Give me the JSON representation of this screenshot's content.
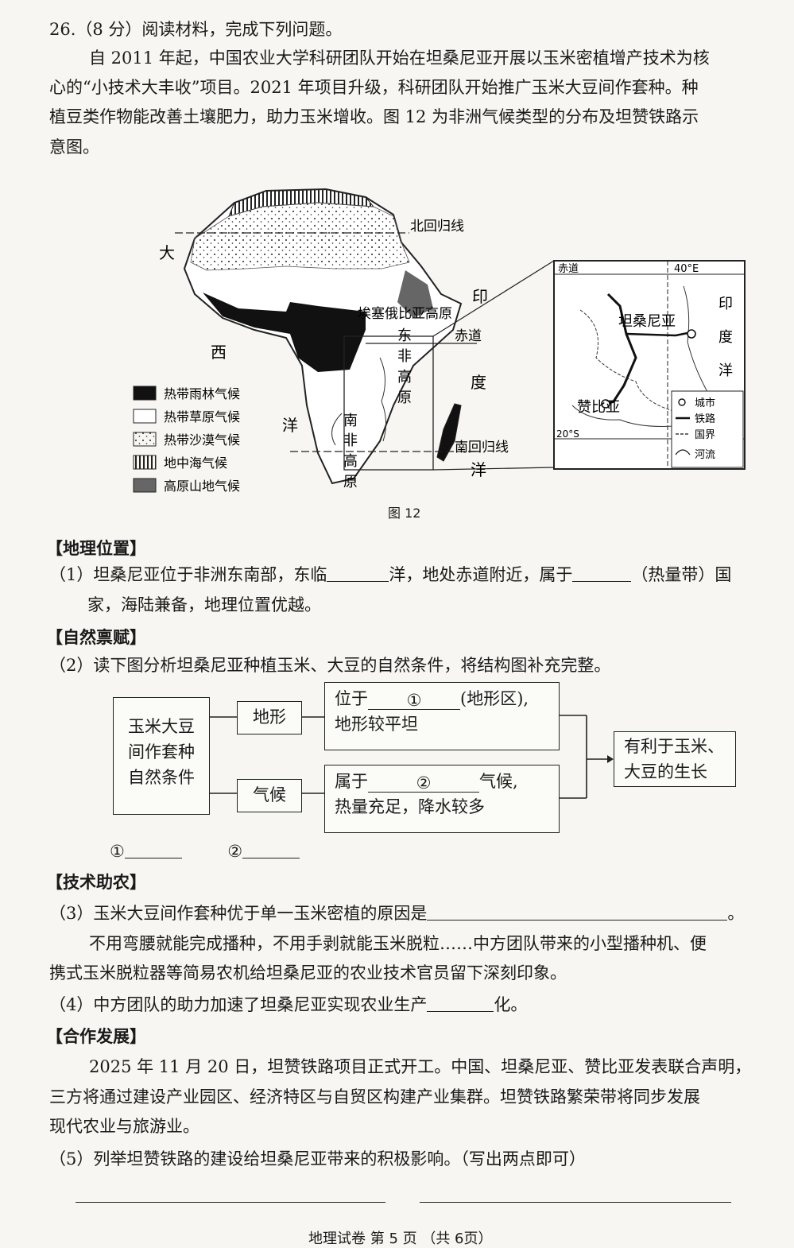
{
  "question": {
    "title": "26.（8 分）阅读材料，完成下列问题。",
    "para1_l1": "自 2011 年起，中国农业大学科研团队开始在坦桑尼亚开展以玉米密植增产技术为核",
    "para1_l2": "心的“小技术大丰收”项目。2021 年项目升级，科研团队开始推广玉米大豆间作套种。种",
    "para1_l3": "植豆类作物能改善土壤肥力，助力玉米增收。图 12 为非洲气候类型的分布及坦赞铁路示",
    "para1_l4": "意图。"
  },
  "map": {
    "caption": "图 12",
    "labels": {
      "tropic_north": "北回归线",
      "equator": "赤道",
      "tropic_south": "南回归线",
      "plateau_ethiopia": "埃塞俄比亚高原",
      "east_africa_1": "东",
      "east_africa_2": "非",
      "east_africa_3": "高",
      "east_africa_4": "原",
      "south_africa_1": "南",
      "south_africa_2": "非",
      "south_africa_3": "高",
      "south_africa_4": "原",
      "atlantic_1": "大",
      "atlantic_2": "西",
      "atlantic_3": "洋",
      "indian_1": "印",
      "indian_2": "度",
      "indian_3": "洋"
    },
    "legend": [
      "热带雨林气候",
      "热带草原气候",
      "热带沙漠气候",
      "地中海气候",
      "高原山地气候"
    ],
    "inset": {
      "equator": "赤道",
      "lon": "40°E",
      "tanzania": "坦桑尼亚",
      "zambia": "赞比亚",
      "lat": "20°S",
      "ocean_1": "印",
      "ocean_2": "度",
      "ocean_3": "洋",
      "legend": [
        "城市",
        "铁路",
        "国界",
        "河流"
      ]
    }
  },
  "sections": {
    "s1": "【地理位置】",
    "q1_l1a": "（1）坦桑尼亚位于非洲东南部，东临",
    "q1_l1b": "洋，地处赤道附近，属于",
    "q1_l1c": "（热量带）国",
    "q1_l2": "家，海陆兼备，地理位置优越。",
    "s2": "【自然禀赋】",
    "q2": "（2）读下图分析坦桑尼亚种植玉米、大豆的自然条件，将结构图补充完整。",
    "s3": "【技术助农】",
    "q3": "（3）玉米大豆间作套种优于单一玉米密植的原因是",
    "q3_end": "。",
    "para2_l1": "不用弯腰就能完成播种，不用手剥就能玉米脱粒……中方团队带来的小型播种机、便",
    "para2_l2": "携式玉米脱粒器等简易农机给坦桑尼亚的农业技术官员留下深刻印象。",
    "q4a": "（4）中方团队的助力加速了坦桑尼亚实现农业生产",
    "q4b": "化。",
    "s4": "【合作发展】",
    "para3_l1": "2025 年 11 月 20 日，坦赞铁路项目正式开工。中国、坦桑尼亚、赞比亚发表联合声明，",
    "para3_l2": "三方将通过建设产业园区、经济特区与自贸区构建产业集群。坦赞铁路繁荣带将同步发展",
    "para3_l3": "现代农业与旅游业。",
    "q5": "（5）列举坦赞铁路的建设给坦桑尼亚带来的积极影响。（写出两点即可）"
  },
  "diagram": {
    "main": [
      "玉米大豆",
      "间作套种",
      "自然条件"
    ],
    "terrain": "地形",
    "climate": "气候",
    "terrain_box_a": "位于",
    "terrain_box_num": "①",
    "terrain_box_b": "(地形区),",
    "terrain_box_l2": "地形较平坦",
    "climate_box_a": "属于",
    "climate_box_num": "②",
    "climate_box_b": "气候,",
    "climate_box_l2": "热量充足，降水较多",
    "result": [
      "有利于玉米、",
      "大豆的生长"
    ],
    "blank1": "①",
    "blank2": "②"
  },
  "footer": "地理试卷 第 5 页 （共 6页）"
}
